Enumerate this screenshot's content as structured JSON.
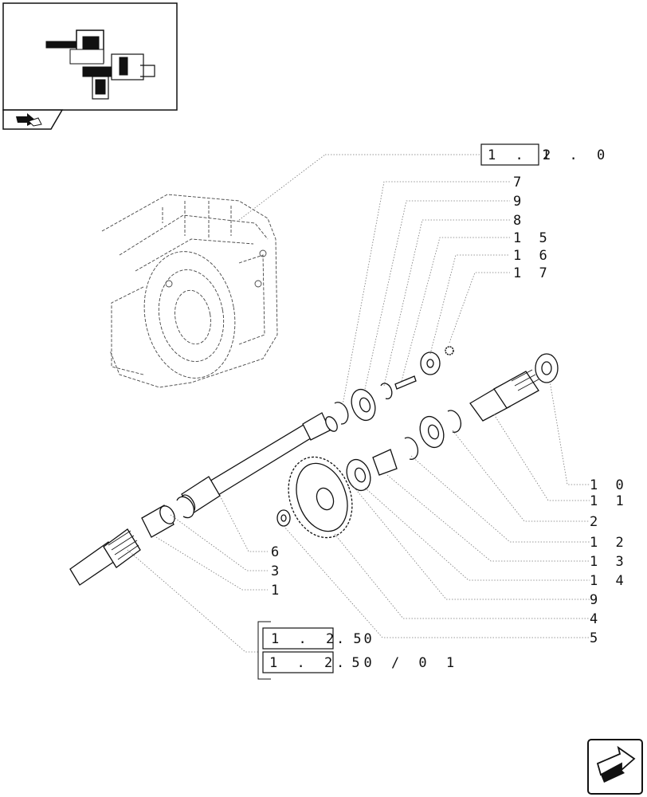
{
  "thumbnail": {
    "name": "assembly-thumbnail"
  },
  "references": {
    "top": {
      "boxed": "1 . 2",
      "rest": "1 . 0"
    },
    "bottom_a": {
      "boxed": "1 . 2 5",
      "rest": ". 0"
    },
    "bottom_b": {
      "boxed": "1 . 2 5",
      "rest": ". 0 / 0 1"
    }
  },
  "callouts_right_top": [
    "7",
    "9",
    "8",
    "1 5",
    "1 6",
    "1 7"
  ],
  "callouts_right_bottom": [
    "1 0",
    "1 1",
    "2",
    "1 2",
    "1 3",
    "1 4",
    "9",
    "4",
    "5"
  ],
  "callouts_left": [
    "6",
    "3",
    "1"
  ],
  "icons": {
    "back": "back-arrow-icon",
    "next": "next-page-arrow-icon"
  }
}
